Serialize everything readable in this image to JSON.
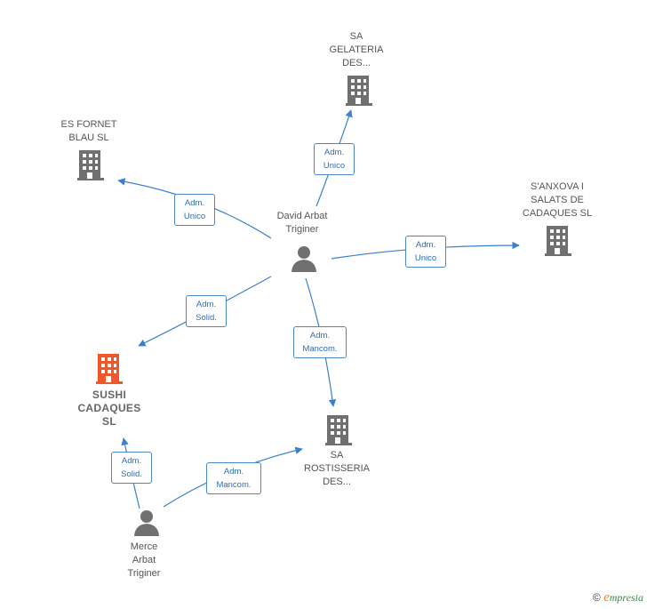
{
  "colors": {
    "edge": "#3b7fcf",
    "company": "#707070",
    "focus_company": "#f2572b",
    "person": "#707070"
  },
  "nodes": {
    "sa_gelateria": {
      "type": "company",
      "label_lines": [
        "SA",
        "GELATERIA",
        "DES..."
      ]
    },
    "es_fornet": {
      "type": "company",
      "label_lines": [
        "ES FORNET",
        "BLAU  SL"
      ]
    },
    "sanxova": {
      "type": "company",
      "label_lines": [
        "S'ANXOVA I",
        "SALATS DE",
        "CADAQUES  SL"
      ]
    },
    "sushi": {
      "type": "focus-company",
      "label_lines": [
        "SUSHI",
        "CADAQUES",
        "SL"
      ]
    },
    "sa_rostisseria": {
      "type": "company",
      "label_lines": [
        "SA",
        "ROSTISSERIA",
        "DES..."
      ]
    },
    "david": {
      "type": "person",
      "label_lines": [
        "David Arbat",
        "Triginer"
      ]
    },
    "merce": {
      "type": "person",
      "label_lines": [
        "Merce",
        "Arbat",
        "Triginer"
      ]
    }
  },
  "edges": [
    {
      "id": "david-gelateria",
      "label_lines": [
        "Adm.",
        "Unico"
      ]
    },
    {
      "id": "david-fornet",
      "label_lines": [
        "Adm.",
        "Unico"
      ]
    },
    {
      "id": "david-sanxova",
      "label_lines": [
        "Adm.",
        "Unico"
      ]
    },
    {
      "id": "david-sushi",
      "label_lines": [
        "Adm.",
        "Solid."
      ]
    },
    {
      "id": "david-rostisseria",
      "label_lines": [
        "Adm.",
        "Mancom."
      ]
    },
    {
      "id": "merce-sushi",
      "label_lines": [
        "Adm.",
        "Solid."
      ]
    },
    {
      "id": "merce-rostisseria",
      "label_lines": [
        "Adm.",
        "Mancom."
      ]
    }
  ],
  "footer": {
    "copyright": "©",
    "brand_initial": "e",
    "brand_rest": "mpresia"
  }
}
